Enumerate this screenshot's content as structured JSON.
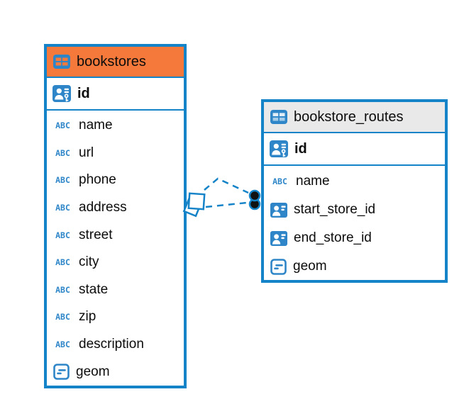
{
  "canvas": {
    "background": "#ffffff"
  },
  "colors": {
    "accent_blue": "#1583C7",
    "icon_blue": "#2E86C8",
    "bookstores_header": "#F5793B",
    "routes_header": "#E9E9E9",
    "connector": "#1583C7",
    "marker_dot_fill": "#111111"
  },
  "icons": {
    "text_type_label": "ABC"
  },
  "tables": [
    {
      "title": "bookstores",
      "header_color": "#F5793B",
      "icon_cells": {
        "top": "#F4793C",
        "bottom": "#F4793C"
      },
      "primary_key": {
        "name": "id"
      },
      "columns": [
        {
          "name": "name"
        },
        {
          "name": "url"
        },
        {
          "name": "phone"
        },
        {
          "name": "address"
        },
        {
          "name": "street"
        },
        {
          "name": "city"
        },
        {
          "name": "state"
        },
        {
          "name": "zip"
        },
        {
          "name": "description"
        },
        {
          "name": "geom"
        }
      ]
    },
    {
      "title": "bookstore_routes",
      "header_color": "#E9E9E9",
      "icon_cells": {
        "top": "#E2EEF7",
        "bottom": "#A5CDE9"
      },
      "primary_key": {
        "name": "id"
      },
      "columns": [
        {
          "name": "name"
        },
        {
          "name": "start_store_id"
        },
        {
          "name": "end_store_id"
        },
        {
          "name": "geom"
        }
      ]
    }
  ],
  "connections": [
    {
      "from_table": "bookstore_routes",
      "to_table": "bookstores",
      "style": "dashed",
      "left_marker": "diamond",
      "right_marker": "filled-circle"
    },
    {
      "from_table": "bookstore_routes",
      "to_table": "bookstores",
      "style": "dashed",
      "left_marker": "diamond",
      "right_marker": "filled-circle"
    }
  ]
}
